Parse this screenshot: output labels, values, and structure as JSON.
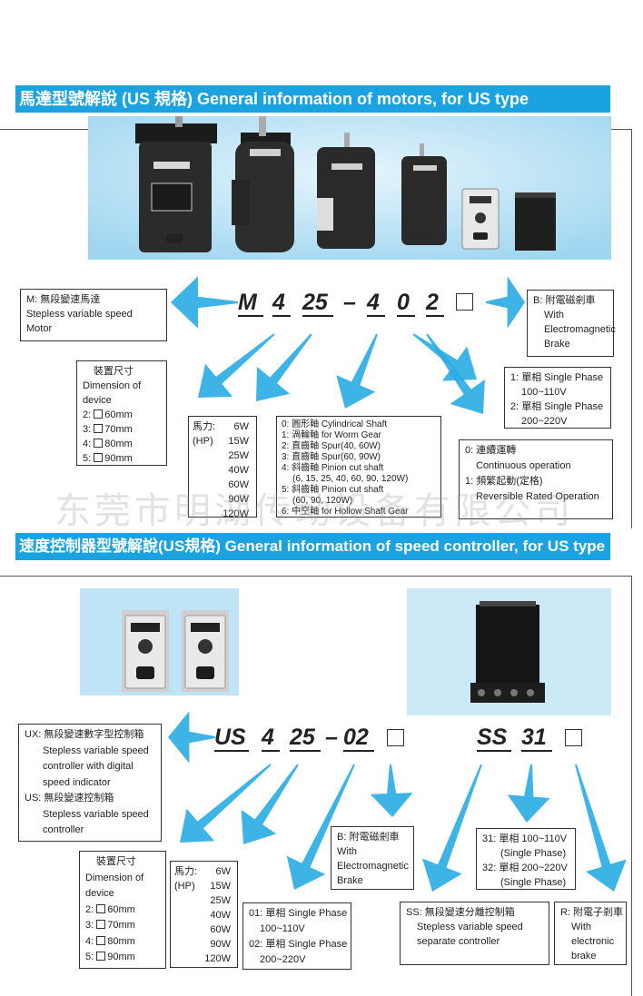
{
  "section1": {
    "title": "馬達型號解說 (US 規格) General information of motors,  for US type",
    "code": {
      "model": "M",
      "size": "4",
      "power": "25",
      "dash": "–",
      "shaft": "4",
      "operation": "0",
      "phase": "2"
    },
    "prefix_box": [
      "M: 無段變速馬達",
      "Stepless variable speed",
      "Motor"
    ],
    "brake_box": [
      "B: 附電磁剎車",
      "With",
      "Electromagnetic",
      "Brake"
    ],
    "phase_box": [
      "1: 單相 Single Phase",
      "100~110V",
      "2: 單相 Single Phase",
      "200~220V"
    ],
    "dimension_box": {
      "title": "裝置尺寸",
      "sub1": "Dimension of",
      "sub2": "device",
      "items": [
        {
          "n": "2:",
          "v": "60mm"
        },
        {
          "n": "3:",
          "v": "70mm"
        },
        {
          "n": "4:",
          "v": "80mm"
        },
        {
          "n": "5:",
          "v": "90mm"
        }
      ]
    },
    "power_box": {
      "label1": "馬力:",
      "label2": "(HP)",
      "values": [
        "6W",
        "15W",
        "25W",
        "40W",
        "60W",
        "90W",
        "120W"
      ]
    },
    "shaft_box": [
      "0: 圓形軸 Cylindrical Shaft",
      "1: 渦輪軸 for Worm Gear",
      "2: 直齒軸 Spur(40, 60W)",
      "3: 直齒軸 Spur(60, 90W)",
      "4: 斜齒軸 Pinion cut shaft",
      "(6, 15, 25, 40, 60, 90, 120W)",
      "5: 斜齒軸 Pinion cut shaft",
      "(60, 90, 120W)",
      "6: 中空軸 for Hollow Shaft Gear"
    ],
    "operation_box": [
      "0: 連續運轉",
      "Continuous operation",
      "1: 頻繁起動(定格)",
      "Reversible Rated Operation"
    ]
  },
  "watermark": "东莞市明湖传动设备有限公司",
  "section2": {
    "title": "速度控制器型號解說(US規格) General information of speed controller, for US type",
    "code": {
      "model": "US",
      "size": "4",
      "power": "25",
      "dash": "–",
      "phase": "02"
    },
    "code2": {
      "model": "SS",
      "phase": "31"
    },
    "prefix_box": [
      "UX: 無段變速數字型控制箱",
      "Stepless variable speed",
      "controller with digital",
      "speed indicator",
      "US: 無段變速控制箱",
      "Stepless variable speed",
      "controller"
    ],
    "dimension_box": {
      "title": "裝置尺寸",
      "sub1": "Dimension of",
      "sub2": "device",
      "items": [
        {
          "n": "2:",
          "v": "60mm"
        },
        {
          "n": "3:",
          "v": "70mm"
        },
        {
          "n": "4:",
          "v": "80mm"
        },
        {
          "n": "5:",
          "v": "90mm"
        }
      ]
    },
    "power_box": {
      "label1": "馬力:",
      "label2": "(HP)",
      "values": [
        "6W",
        "15W",
        "25W",
        "40W",
        "60W",
        "90W",
        "120W"
      ]
    },
    "phase_box": [
      "01: 單相 Single Phase",
      "100~110V",
      "02: 單相 Single Phase",
      "200~220V"
    ],
    "brake_box": [
      "B: 附電磁剎車",
      "With",
      "Electromagnetic",
      "Brake"
    ],
    "ss_phase_box": [
      "31: 單相 100~110V",
      "(Single Phase)",
      "32: 單相 200~220V",
      "(Single Phase)"
    ],
    "ss_box": [
      "SS: 無段變速分離控制箱",
      "Stepless variable speed",
      "separate controller"
    ],
    "r_box": [
      "R: 附電子剎車",
      "With",
      "electronic",
      "brake"
    ]
  },
  "colors": {
    "banner": "#1aa3e0",
    "arrow": "#29abe2",
    "photo_bg": "#bfe4f6"
  }
}
